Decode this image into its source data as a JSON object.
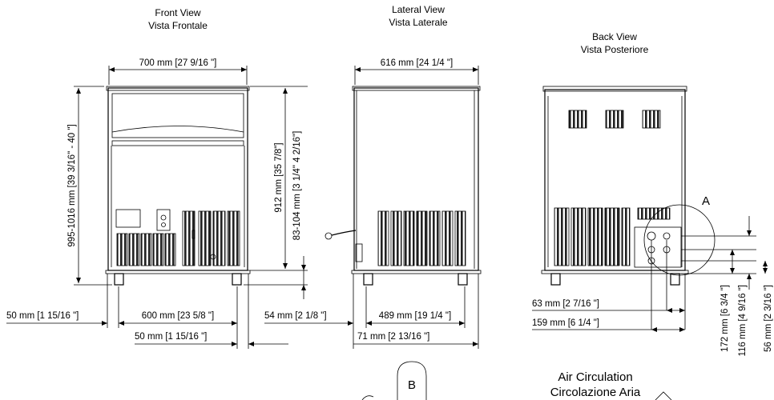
{
  "views": {
    "front": {
      "title_en": "Front View",
      "title_it": "Vista Frontale"
    },
    "lateral": {
      "title_en": "Lateral View",
      "title_it": "Vista Laterale"
    },
    "back": {
      "title_en": "Back View",
      "title_it": "Vista Posteriore"
    }
  },
  "dims": {
    "front_width": "700 mm [27 9/16 \"]",
    "front_height": "995-1016 mm [39 3/16\" - 40 \"]",
    "body_height": "912 mm [35 7/8\"]",
    "leg_height": "83-104 mm [3 1/4\" 4 2/16\"]",
    "left_offset": "50 mm [1 15/16 \"]",
    "leg_spacing": "600 mm [23 5/8 \"]",
    "right_offset": "50 mm [1 15/16 \"]",
    "lateral_width": "616 mm [24 1/4 \"]",
    "lateral_front": "54 mm [2 1/8 \"]",
    "lateral_legs": "489 mm [19 1/4 \"]",
    "lateral_back": "71 mm [2 13/16 \"]",
    "back_63": "63 mm [2 7/16 \"]",
    "back_159": "159 mm [6 1/4 \"]",
    "back_172": "172 mm [6 3/4 \"]",
    "back_116": "116 mm [4 9/16 \"]",
    "back_56": "56 mm [2 3/16 \"]"
  },
  "callouts": {
    "a": "A",
    "b": "B"
  },
  "air": {
    "line1": "Air Circulation",
    "line2": "Circolazione Aria"
  }
}
